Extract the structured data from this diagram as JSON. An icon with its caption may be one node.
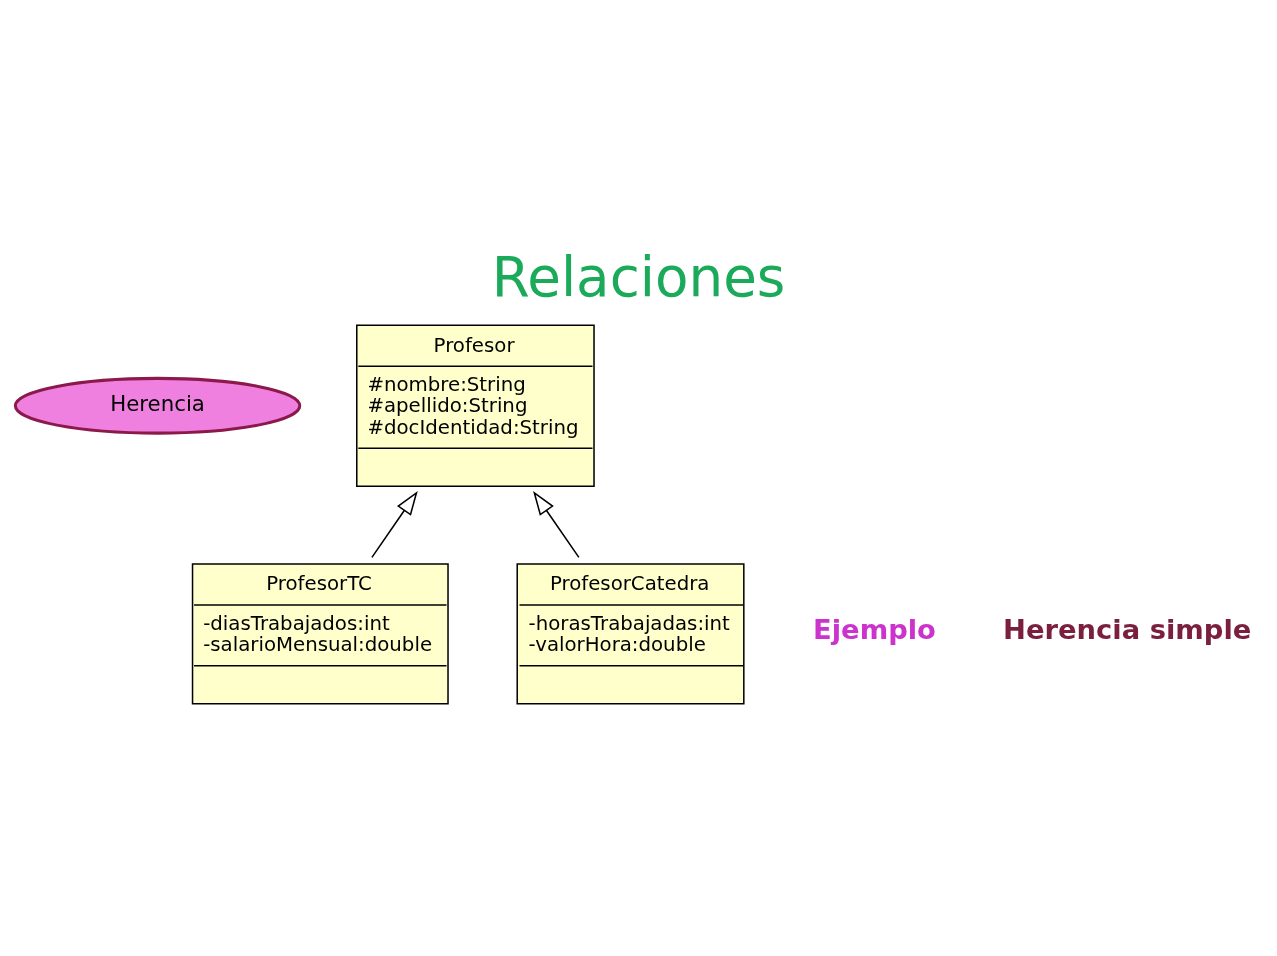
{
  "diagram": {
    "title": "Relaciones",
    "nodes": [
      {
        "text": [
          "Herencia"
        ]
      },
      {
        "text": [
          "Profesor",
          "#nombre:String",
          "#apellido:String",
          "#docIdentidad:String"
        ]
      },
      {
        "text": [
          "ProfesorTC",
          "-diasTrabajados:int",
          "-salarioMensual:double"
        ]
      },
      {
        "text": [
          "ProfesorCatedra",
          "-horasTrabajadas:int",
          "-valorHora:double"
        ]
      }
    ],
    "edges": [
      {
        "from": 2,
        "to": 1,
        "arrow": "to"
      },
      {
        "from": 3,
        "to": 1,
        "arrow": "to"
      }
    ],
    "labels": [
      "Ejemplo",
      "Herencia simple"
    ]
  }
}
